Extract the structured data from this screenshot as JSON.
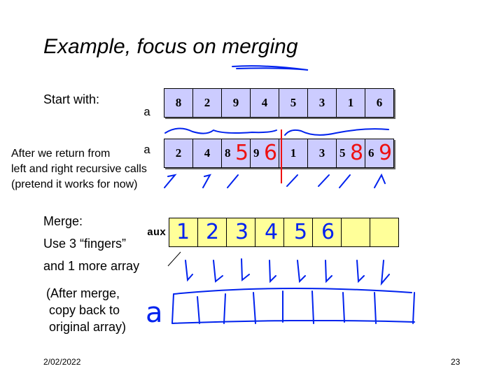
{
  "title": "Example, focus on merging",
  "start_label": "Start with:",
  "array_a_label": "a",
  "start_array": [
    "8",
    "2",
    "9",
    "4",
    "5",
    "3",
    "1",
    "6"
  ],
  "after_label": [
    "After we return from",
    "left and right recursive calls",
    "(pretend it works for now)"
  ],
  "after_array": [
    "2",
    "4",
    "8",
    "9",
    "1",
    "3",
    "5",
    "6"
  ],
  "merge_label": [
    "Merge:",
    "Use 3 “fingers”",
    "and 1 more array"
  ],
  "aux_label": "aux",
  "aux_array": [
    "",
    "",
    "",
    "",
    "",
    "",
    "",
    ""
  ],
  "handwritten_aux": [
    "1",
    "2",
    "3",
    "4",
    "5",
    "6"
  ],
  "handwritten_corrections": [
    "5",
    "6",
    "8",
    "9"
  ],
  "after_merge_label": [
    "(After merge,",
    "copy back to",
    "original array)"
  ],
  "handwritten_a": "a",
  "footer_date": "2/02/2022",
  "page_number": "23",
  "colors": {
    "cell_blue": "#ccccff",
    "cell_yellow": "#ffff99",
    "ink_blue": "#0022ee",
    "ink_red": "#ee1111"
  }
}
